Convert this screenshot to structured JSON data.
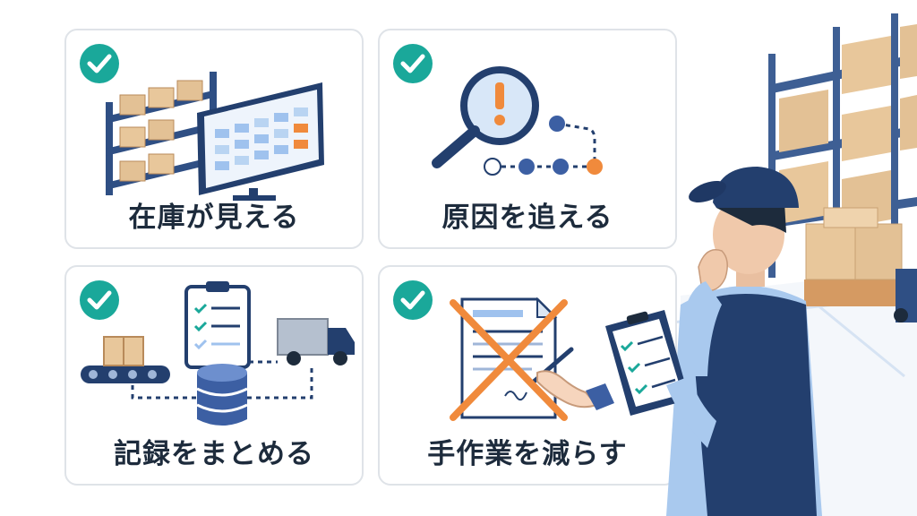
{
  "cards": [
    {
      "id": "inventory-visibility",
      "label": "在庫が見える",
      "icon": "check-circle-icon"
    },
    {
      "id": "trace-cause",
      "label": "原因を追える",
      "icon": "check-circle-icon"
    },
    {
      "id": "consolidate-records",
      "label": "記録をまとめる",
      "icon": "check-circle-icon"
    },
    {
      "id": "reduce-manual-work",
      "label": "手作業を減らす",
      "icon": "check-circle-icon"
    }
  ],
  "colors": {
    "check": "#1aa89a",
    "navy": "#233f6e",
    "orange": "#f08a3c",
    "box": "#e8c79b",
    "light_blue": "#b9d4f2",
    "border": "#dfe3e8"
  }
}
